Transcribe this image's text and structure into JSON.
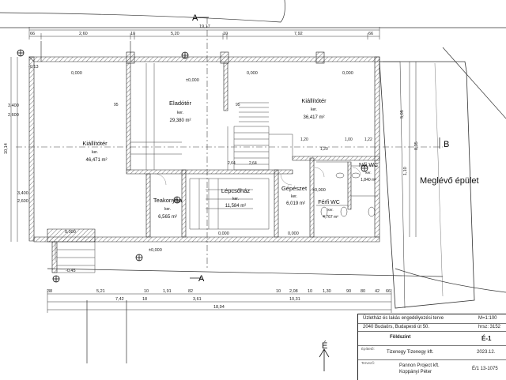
{
  "grid": {
    "a": "A",
    "b": "B"
  },
  "rooms": {
    "elado": {
      "name": "Eladótér",
      "area_label": "ker.",
      "area": "29,380 m²"
    },
    "kiallito_left": {
      "name": "Kiállítótér",
      "area_label": "ker.",
      "area": "46,471 m²"
    },
    "kiallito_right": {
      "name": "Kiállítótér",
      "area_label": "ker.",
      "area": "36,417 m²"
    },
    "teakonyha": {
      "name": "Teakonyha",
      "area_label": "ker.",
      "area": "6,565 m²"
    },
    "lepcsohaz": {
      "name": "Lépcsőház",
      "area_label": "ker.",
      "area": "11,584 m²"
    },
    "gepeszet": {
      "name": "Gépészet",
      "area_label": "ker.",
      "area": "6,019 m²"
    },
    "noi_wc": {
      "name": "Női WC",
      "area_label": "ker.",
      "area": "1,840 m²"
    },
    "ferfi_wc": {
      "name": "Férfi WC",
      "area_label": "ker.",
      "area": "4,767 m²"
    },
    "meglevo": {
      "name": "Meglévő épület"
    }
  },
  "levels": {
    "floor": "±0,000",
    "top_left": "-0,13",
    "bottom_left": "-0,45",
    "wall": "0,000",
    "hall_left": "0,000"
  },
  "dims_top": {
    "overall": "19,17",
    "parts": [
      "66",
      "2,60",
      "10",
      "5,20",
      "10",
      "7,92",
      "66"
    ]
  },
  "dims_bottom": {
    "row1": [
      "38",
      "5,21",
      "10",
      "1,91",
      "82",
      "10",
      "2,08",
      "10",
      "1,30",
      "90",
      "80",
      "42",
      "66"
    ],
    "row2": [
      "7,42",
      "18",
      "3,61",
      "10,31"
    ],
    "overall": "18,94"
  },
  "dims_left": [
    "3,400",
    "2,600",
    "10,14",
    "3,400",
    "2,600"
  ],
  "dims_right": [
    "5,05",
    "8,35",
    "1,10"
  ],
  "inner_dims": [
    "1,20",
    "1,00",
    "1,22",
    "2,64",
    "2,64",
    "1,20",
    "95",
    "95"
  ],
  "north": {
    "label": "É"
  },
  "title_block": {
    "project": "Üzletház és lakás engedélyezési terve",
    "scale": "M=1:100",
    "address": "2040 Budaörs, Budapesti út 50.",
    "hrsz": "hrsz: 3152",
    "sheet_title": "Földszint",
    "sheet_no": "É-1",
    "client_label": "Építtető:",
    "client": "Tizenegy Tizenegy kft.",
    "date": "2023.12.",
    "designer_label": "Tervező:",
    "designer_company": "Pannon Project kft.",
    "designer_name": "Koppányi Péter",
    "license": "É/1 13-1075"
  }
}
